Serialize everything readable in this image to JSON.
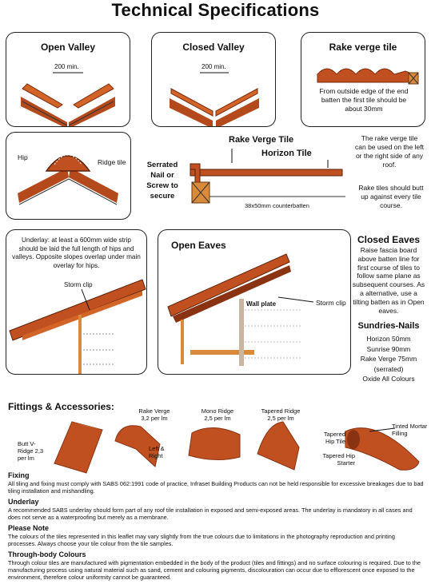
{
  "page_title": "Technical Specifications",
  "open_valley": {
    "title": "Open Valley",
    "dimension": "200 min."
  },
  "closed_valley": {
    "title": "Closed Valley",
    "dimension": "200 min."
  },
  "rake_verge": {
    "title": "Rake verge tile",
    "note": "From outside edge of the end batten the first tile should be about 30mm"
  },
  "hip_ridge": {
    "hip_label": "Hip",
    "ridge_label": "Ridge tile"
  },
  "rake_section": {
    "rake_verge_label": "Rake Verge Tile",
    "horizon_label": "Horizon Tile",
    "nail_label": "Serrated Nail or Screw to secure",
    "batten_label": "38x50mm counterbatten"
  },
  "rake_side_notes": {
    "note1": "The rake verge tile can be used on the left or the right side of any roof.",
    "note2": "Rake tiles should butt up against every tile course."
  },
  "underlay_panel": {
    "text": "Underlay: at least a 600mm wide strip should be laid the full length of hips and valleys. Opposite slopes overlap under main overlay for hips.",
    "storm_clip": "Storm clip"
  },
  "open_eaves": {
    "title": "Open Eaves",
    "storm_clip": "Storm clip",
    "wall_plate": "Wall plate"
  },
  "closed_eaves": {
    "title": "Closed Eaves",
    "text": "Raise fascia board above batten line for first course of tiles to follow same plane as subsequent courses. As a alternative, use a tilting batten as in Open eaves."
  },
  "sundries": {
    "title": "Sundries-Nails",
    "items": [
      "Horizon 50mm",
      "Sunrise 90mm",
      "Rake Verge 75mm",
      "(serrated)",
      "Oxide All Colours"
    ]
  },
  "fittings": {
    "title": "Fittings & Accessories:",
    "butt_v_ridge": "Butt V-Ridge 2,3 per lm",
    "rake_verge": "Rake Verge 3,2 per lm",
    "left_right": "Left & Right",
    "mono_ridge": "Mono Ridge 2,5 per lm",
    "tapered_ridge": "Tapered Ridge 2,5 per lm",
    "tinted_mortar": "Tinted Mortar Filling",
    "tapered_hip_tile": "Tapered Hip Tile",
    "tapered_hip_starter": "Tapered Hip Starter"
  },
  "sections": [
    {
      "heading": "Fixing",
      "body": "All tiling and fixing must comply with SABS 062:1991 code of practice, Infraset Building Products can not be held responsible for excessive breakages due to bad tiling installation and mishandling."
    },
    {
      "heading": "Underlay",
      "body": "A recommended SABS underlay should form part of any roof tile installation in exposed and semi-exposed areas. The underlay is mandatory in all cases and does not serve as a waterproofing but merely as a membrane."
    },
    {
      "heading": "Please Note",
      "body": "The colours of the tiles represented in this leaflet may vary slightly from the true colours due to limitations in the photography reproduction and printing processes. Always choose your tile colour from the tile samples."
    },
    {
      "heading": "Through-body Colours",
      "body": "Through colour tiles are manufactured with pigmentation embedded in the body of the product (tiles and fittings) and no surface colouring is required. Due to the manufacturing process using natural material such as sand, cement and colouring pigments, discolouration can occur due to efflorescent once exposed to the environment, therefore colour uniformity cannot be guaranteed."
    }
  ],
  "colors": {
    "tile": "#c0501f",
    "tile_dark": "#8a3312",
    "timber": "#d98a3a"
  }
}
